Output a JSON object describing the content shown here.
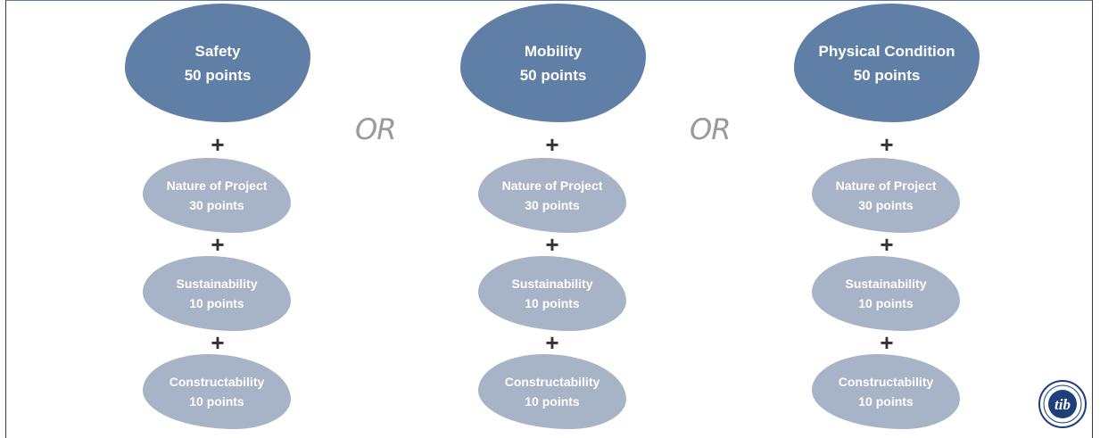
{
  "columns": [
    {
      "main": {
        "title": "Safety",
        "points": "50 points"
      },
      "items": [
        {
          "title": "Nature of Project",
          "points": "30 points"
        },
        {
          "title": "Sustainability",
          "points": "10 points"
        },
        {
          "title": "Constructability",
          "points": "10 points"
        }
      ]
    },
    {
      "main": {
        "title": "Mobility",
        "points": "50 points"
      },
      "items": [
        {
          "title": "Nature of Project",
          "points": "30 points"
        },
        {
          "title": "Sustainability",
          "points": "10 points"
        },
        {
          "title": "Constructability",
          "points": "10 points"
        }
      ]
    },
    {
      "main": {
        "title": "Physical Condition",
        "points": "50 points"
      },
      "items": [
        {
          "title": "Nature of Project",
          "points": "30 points"
        },
        {
          "title": "Sustainability",
          "points": "10 points"
        },
        {
          "title": "Constructability",
          "points": "10 points"
        }
      ]
    }
  ],
  "connectors": {
    "or": "OR",
    "plus": "+"
  },
  "logo": {
    "text": "tib"
  },
  "colors": {
    "main_blob": "#5f7fa6",
    "sub_blob": "#a7b3c7",
    "or_text": "#9a9a9a"
  }
}
